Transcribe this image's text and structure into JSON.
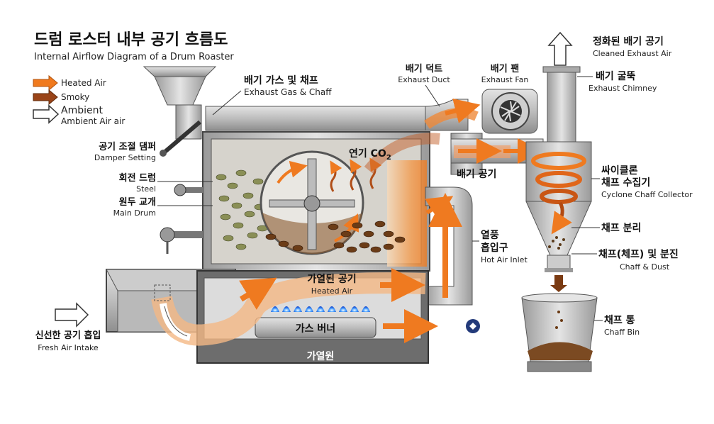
{
  "title": {
    "ko": "드럼 로스터 내부 공기 흐름도",
    "en": "Internal Airflow Diagram of a Drum Roaster"
  },
  "legend": [
    {
      "label": "Heated Air",
      "sub": "",
      "color": "#f07a1e"
    },
    {
      "label": "Smoky",
      "sub": "",
      "color": "#9a4418"
    },
    {
      "label": "Ambient",
      "sub": "Ambient Air air",
      "color": "#ffffff"
    }
  ],
  "labels": {
    "exhaust_gas_ko": "배기 가스 및 채프",
    "exhaust_gas_en": "Exhaust Gas & Chaff",
    "damper_ko": "공기 조절 댐퍼",
    "damper_en": "Damper Setting",
    "rotating_drum_ko": "회전 드럼",
    "rotating_drum_en": "Steel",
    "bean_mix_ko": "원두 교개",
    "bean_mix_en": "Main Drum",
    "smoke_co2": "연기 CO",
    "smoke_co2_sub": "2",
    "exhaust_duct_ko": "배기 덕트",
    "exhaust_duct_en": "Exhaust Duct",
    "exhaust_fan_ko": "배기 팬",
    "exhaust_fan_en": "Exhaust Fan",
    "exhaust_air_ko": "배기 공기",
    "cleaned_ko": "정화된 배기 공기",
    "cleaned_en": "Cleaned Exhaust Air",
    "chimney_ko": "배기 굴뚝",
    "chimney_en": "Exhaust Chimney",
    "cyclone_ko1": "싸이클론",
    "cyclone_ko2": "채프 수집기",
    "cyclone_en": "Cyclone Chaff Collector",
    "chaff_sep_ko": "채프 분리",
    "chaff_dust_ko": "채프(체프) 및 분진",
    "chaff_dust_en": "Chaff & Dust",
    "hot_inlet_ko1": "열풍",
    "hot_inlet_ko2": "흡입구",
    "hot_inlet_en": "Hot Air Inlet",
    "heated_ko": "가열된 공기",
    "heated_en": "Heated Air",
    "burner_ko": "가스 버너",
    "heat_source_ko": "가열원",
    "fresh_ko": "신선한 공기 흡입",
    "fresh_en": "Fresh Air Intake",
    "chaff_bin_ko": "채프 통",
    "chaff_bin_en": "Chaff Bin"
  }
}
